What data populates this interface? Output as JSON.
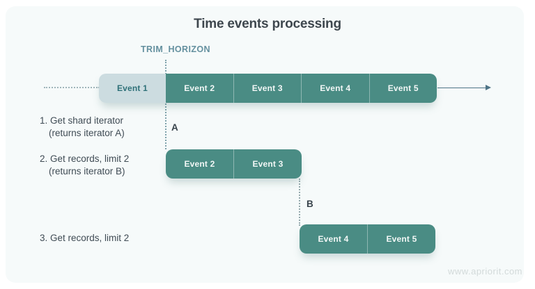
{
  "page": {
    "title": "Time events processing",
    "watermark": "www.apriorit.com"
  },
  "marker": {
    "label": "TRIM_HORIZON",
    "iterator_a": "A",
    "iterator_b": "B"
  },
  "main_timeline": {
    "events": [
      {
        "label": "Event 1",
        "state": "trimmed"
      },
      {
        "label": "Event 2",
        "state": "active"
      },
      {
        "label": "Event 3",
        "state": "active"
      },
      {
        "label": "Event 4",
        "state": "active"
      },
      {
        "label": "Event 5",
        "state": "active"
      }
    ]
  },
  "fetch_rows": [
    {
      "events": [
        "Event 2",
        "Event 3"
      ]
    },
    {
      "events": [
        "Event 4",
        "Event 5"
      ]
    }
  ],
  "steps": [
    {
      "line1": "1. Get shard iterator",
      "line2": "(returns iterator A)"
    },
    {
      "line1": "2. Get records, limit 2",
      "line2": "(returns iterator B)"
    },
    {
      "line1": "3. Get records, limit 2"
    }
  ],
  "colors": {
    "event_active": "#4a8c84",
    "event_trimmed_bg": "#ccdce0",
    "event_trimmed_text": "#2e7078",
    "marker_text": "#64909f",
    "title_text": "#3e474e",
    "body_text": "#3f4b54",
    "card_bg": "#f6fafa",
    "arrow": "#4e7486",
    "watermark": "#d3dada"
  }
}
